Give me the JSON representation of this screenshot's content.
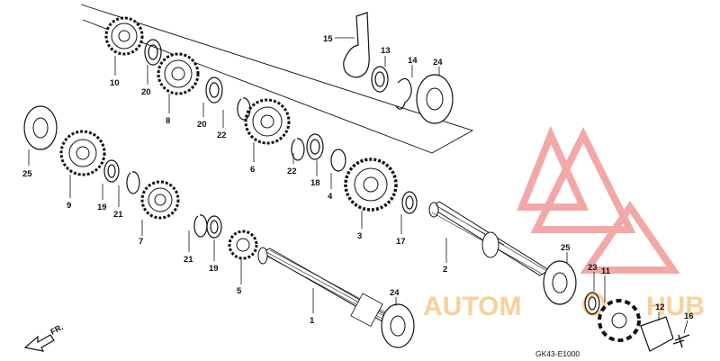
{
  "diagram": {
    "code": "GK43-E1000",
    "direction_label": "FR.",
    "watermark": {
      "text_left": "AUTOM",
      "text_right": "HUB",
      "primary_color": "#ef3a3a",
      "secondary_color": "#f3b24a"
    }
  },
  "callouts": {
    "c1": "1",
    "c2": "2",
    "c3": "3",
    "c4": "4",
    "c5": "5",
    "c6": "6",
    "c7": "7",
    "c8": "8",
    "c9": "9",
    "c10": "10",
    "c11": "11",
    "c12": "12",
    "c13": "13",
    "c14": "14",
    "c15": "15",
    "c16": "16",
    "c17": "17",
    "c18": "18",
    "c19a": "19",
    "c19b": "19",
    "c20a": "20",
    "c20b": "20",
    "c21a": "21",
    "c21b": "21",
    "c22a": "22",
    "c22b": "22",
    "c23": "23",
    "c24a": "24",
    "c24b": "24",
    "c25a": "25",
    "c25b": "25"
  }
}
